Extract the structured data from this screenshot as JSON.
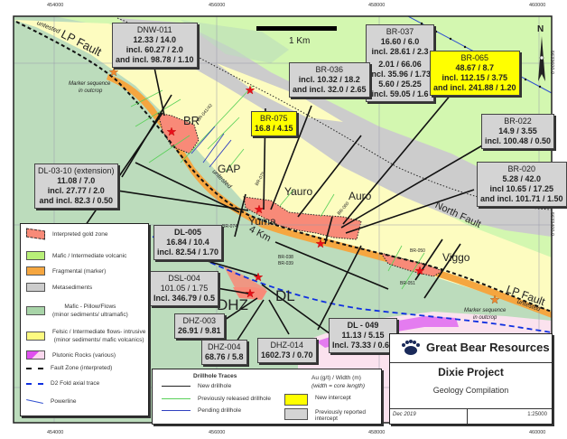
{
  "map": {
    "scale_bar_label": "1 Km",
    "north_label": "N",
    "grid": {
      "eastings": [
        "454000",
        "456000",
        "458000",
        "460000"
      ],
      "northings": [
        "5633600.0",
        "5633400.0",
        "5633200.0"
      ]
    },
    "colors": {
      "mafic_pillow": "#bcdcbc",
      "felsic": "#fdfcc0",
      "metasediments": "#cccccc",
      "mafic_volcanic": "#d3f7b0",
      "fragmental": "#f5a640",
      "gold_zone": "#f88a78",
      "plutonic": "#e47cf0",
      "plutonic_light": "#fbe2ee",
      "new_intercept": "#ffff00",
      "previous_intercept": "#d4d4d4",
      "fold_trace": "#1030e0",
      "powerline": "#3050d0"
    },
    "place_labels": {
      "br": "BR",
      "gap": "GAP",
      "yuma": "Yuma",
      "yauro": "Yauro",
      "auro": "Auro",
      "viggo": "Viggo",
      "dhz": "DHZ",
      "dl": "DL",
      "four_km": "4 Km",
      "north_fault": "North Fault",
      "lp_fault_nw": "LP Fault",
      "lp_fault_se": "LP Fault",
      "untested_nw": "untested",
      "untested_gap": "untested",
      "untested_se": "untested",
      "marker_nw_1": "Marker sequence",
      "marker_nw_2": "in outcrop",
      "marker_se_1": "Marker sequence",
      "marker_se_2": "in outcrop"
    },
    "hole_labels": {
      "br041_42": "BR-041/42",
      "br075": "BR-075",
      "br074": "BR-074",
      "br038": "BR-038",
      "br039": "BR-039",
      "br060": "BR-060",
      "br050": "BR-050",
      "br051": "BR-051"
    }
  },
  "intercepts": {
    "dnw011": {
      "hole": "DNW-011",
      "lines": [
        "12.33 / 14.0",
        "incl. 60.27  / 2.0",
        "and incl. 98.78 / 1.10"
      ],
      "type": "previous"
    },
    "br037": {
      "hole": "BR-037",
      "lines": [
        "16.60 / 6.0",
        "incl. 28.61 / 2.3",
        "2.01 / 66.06",
        "incl. 35.96 / 1.73",
        "5.60 / 25.25",
        "incl. 59.05 / 1.6"
      ],
      "type": "previous"
    },
    "br036": {
      "hole": "BR-036",
      "lines": [
        "incl. 10.32 / 18.2",
        "and incl. 32.0 / 2.65"
      ],
      "type": "previous"
    },
    "br065": {
      "hole": "BR-065",
      "lines": [
        "48.67 / 8.7",
        "incl. 112.15 / 3.75",
        "and incl. 241.88 / 1.20"
      ],
      "type": "new"
    },
    "br075": {
      "hole": "BR-075",
      "lines": [
        "16.8 / 4.15"
      ],
      "type": "new"
    },
    "br022": {
      "hole": "BR-022",
      "lines": [
        "14.9 / 3.55",
        "incl. 100.48 / 0.50"
      ],
      "type": "previous"
    },
    "br020": {
      "hole": "BR-020",
      "lines": [
        "5.28 / 42.0",
        "incl 10.65 / 17.25",
        "and incl. 101.71 / 1.50"
      ],
      "type": "previous"
    },
    "dl0310": {
      "hole": "DL-03-10 (extension)",
      "lines": [
        "11.08 / 7.0",
        "incl. 27.77 / 2.0",
        "and incl. 82.3 / 0.50"
      ],
      "type": "previous"
    },
    "dl005": {
      "hole": "DL-005",
      "lines": [
        "16.84 / 10.4",
        "incl.  82.54 / 1.70"
      ],
      "type": "previous"
    },
    "dsl004": {
      "hole": "DSL-004",
      "lines": [
        "101.05 / 1.75",
        "Incl. 346.79 / 0.5"
      ],
      "type": "previous"
    },
    "dhz003": {
      "hole": "DHZ-003",
      "lines": [
        "26.91 / 9.81"
      ],
      "type": "previous"
    },
    "dhz004": {
      "hole": "DHZ-004",
      "lines": [
        "68.76 / 5.8"
      ],
      "type": "previous"
    },
    "dhz014": {
      "hole": "DHZ-014",
      "lines": [
        "1602.73 / 0.70"
      ],
      "type": "previous"
    },
    "dl049": {
      "hole": "DL - 049",
      "lines": [
        "11.13 / 5.15",
        "Incl. 73.33 / 0.60"
      ],
      "type": "previous"
    }
  },
  "legend": {
    "items": [
      {
        "label": "Interpreted gold zone",
        "icon": "gold-zone-swatch"
      },
      {
        "label": "Mafic / Intermediate volcanic",
        "icon": "mafic-volcanic-swatch"
      },
      {
        "label": "Fragmental (marker)",
        "icon": "fragmental-swatch"
      },
      {
        "label": "Metasediments",
        "icon": "metasediments-swatch"
      },
      {
        "label": "Mafic - Pillow/Flows",
        "sublabel": "(minor sediments/ ultramafic)",
        "icon": "mafic-pillow-swatch"
      },
      {
        "label": "Felsic / Intermediate flows- intrusive",
        "sublabel": "(minor sediments/ mafic volcanics)",
        "icon": "felsic-swatch"
      },
      {
        "label": "Plutonic Rocks (various)",
        "icon": "plutonic-swatch"
      },
      {
        "label": "Fault Zone (interpreted)",
        "icon": "fault-line"
      },
      {
        "label": "D2 Fold axial trace",
        "icon": "fold-trace-line"
      },
      {
        "label": "Powerline",
        "icon": "powerline-line"
      }
    ]
  },
  "drillhole_legend": {
    "title": "Drillhole Traces",
    "traces": [
      {
        "label": "New drillhole",
        "color": "#222222"
      },
      {
        "label": "Previously released drillhole",
        "color": "#5ad05a"
      },
      {
        "label": "Pending drillhole",
        "color": "#3040c0"
      }
    ],
    "units_line1": "Au (g/t) / Width (m)",
    "units_line2": "(width = core length)",
    "new_intercept": "New intercept",
    "previous_intercept": "Previously reported  intercept"
  },
  "title_block": {
    "company": "Great Bear Resources",
    "project": "Dixie Project",
    "subtitle": "Geology Compilation",
    "date": "Dec 2019",
    "scale": "1:25000"
  }
}
